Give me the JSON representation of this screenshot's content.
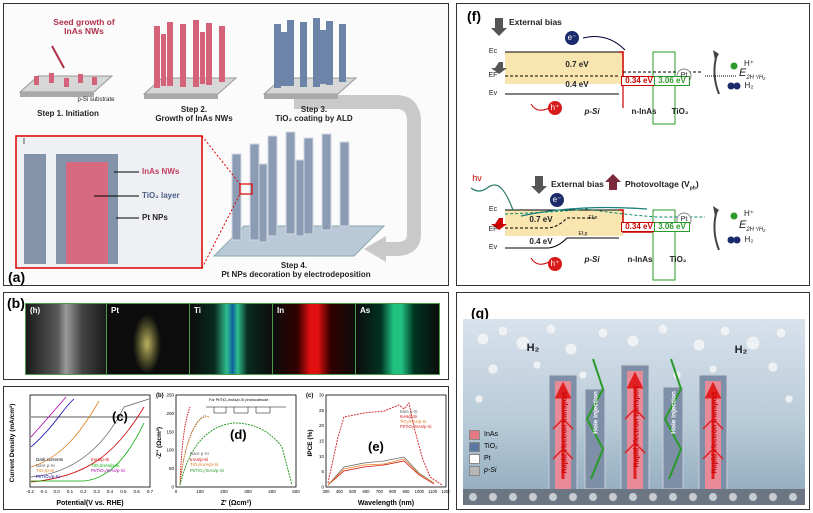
{
  "panel_a": {
    "label": "(a)",
    "seed_note": "Seed growth of InAs NWs",
    "substrate": "p-Si substrate",
    "step1": "Step 1. Initiation",
    "step2": "Step 2.",
    "step2b": "Growth of InAs NWs",
    "step3": "Step 3.",
    "step3b": "TiO₂ coating by ALD",
    "step4": "Step 4.",
    "step4b": "Pt NPs decoration by electrodeposition",
    "legend_inas": "InAs NWs",
    "legend_tio2": "TiO₂ layer",
    "legend_pt": "Pt NPs",
    "inset_label": "I"
  },
  "panel_b": {
    "label": "(b)",
    "tiles": [
      "(h)",
      "Pt",
      "Ti",
      "In",
      "As"
    ]
  },
  "panel_c": {
    "label": "(c)",
    "ylabel": "Current Density (mA/cm²)",
    "xlabel": "Potential(V vs. RHE)",
    "xticks": [
      "-0.2",
      "-0.1",
      "0.0",
      "0.1",
      "0.2",
      "0.3",
      "0.4",
      "0.5",
      "0.6",
      "0.7"
    ],
    "legend": [
      "Dark currents",
      "Bare p-Si",
      "TiO₂/p-Si",
      "Pt/TiO₂/p-Si",
      "InAs/p-Si",
      "TiO₂/InAs/p-Si",
      "Pt/TiO₂/InAs/p-Si"
    ]
  },
  "panel_d": {
    "tag": "(b)",
    "label": "(d)",
    "ylabel": "-Z'' (Ωcm²)",
    "xlabel": "Z' (Ωcm²)",
    "circuit_note": "For Pt/TiO₂/InAs/p-Si photocathode",
    "xticks": [
      "0",
      "100",
      "200",
      "300",
      "400",
      "500"
    ],
    "yticks": [
      "0",
      "50",
      "100",
      "150",
      "200",
      "250"
    ],
    "legend": [
      "Bare p-Si",
      "InAs/p-Si",
      "TiO₂/InAs/p-Si",
      "Pt/TiO₂/InAs/p-Si"
    ]
  },
  "panel_e": {
    "tag": "(c)",
    "label": "(e)",
    "ylabel": "IPCE (%)",
    "xlabel": "Wavelength (nm)",
    "xticks": [
      "300",
      "400",
      "500",
      "600",
      "700",
      "800",
      "900",
      "1000",
      "1100",
      "1200"
    ],
    "yticks": [
      "0",
      "5",
      "10",
      "15",
      "20",
      "25",
      "30"
    ],
    "legend": [
      "Bare p-Si",
      "InAs/p-Si",
      "TiO₂/InAs/p-Si",
      "Pt/TiO₂/InAs/p-Si"
    ]
  },
  "panel_f": {
    "label": "(f)",
    "top": {
      "bias": "External bias",
      "ec": "Ec",
      "ef": "EF",
      "ev": "Ev",
      "e07": "0.7 eV",
      "e04": "0.4 eV",
      "e034": "0.34 eV",
      "e306": "3.06 eV",
      "psi": "p-Si",
      "ninas": "n-InAs",
      "tio2": "TiO₂",
      "pt": "Pt",
      "electron": "e⁻",
      "hole": "h⁺",
      "hplus": "H⁺",
      "e2h": "E",
      "e2h_sub": "2H⁺/H₂",
      "h2": "H₂"
    },
    "bottom": {
      "hv": "hν",
      "bias": "External bias",
      "photovoltage": "Photovoltage (V",
      "photovoltage_sub": "ph",
      "ec": "Ec",
      "ef": "EF",
      "ev": "Ev",
      "e07": "0.7 eV",
      "e04": "0.4 eV",
      "e034": "0.34 eV",
      "e306": "3.06 eV",
      "psi": "p-Si",
      "ninas": "n-InAs",
      "tio2": "TiO₂",
      "pt": "Pt",
      "electron": "e⁻",
      "hole": "h⁺",
      "efn": "Ef,n",
      "efp": "Ef,p",
      "hplus": "H⁺",
      "e2h": "E",
      "e2h_sub": "2H⁺/H₂",
      "h2": "H₂"
    }
  },
  "panel_g": {
    "label": "(g)",
    "h2_left": "H₂",
    "h2_right": "H₂",
    "transport1": "Rapid electron transport",
    "transport2": "Rapid electron transport",
    "transport3": "Rapid electron transport",
    "injection1": "Hole injection",
    "injection2": "Hole injection",
    "legend": [
      {
        "name": "InAs",
        "color": "#e27b86"
      },
      {
        "name": "TiO₂",
        "color": "#5b78a4"
      },
      {
        "name": "Pt",
        "color": "#ffffff"
      },
      {
        "name": "p-Si",
        "color": "#b7b7b7"
      }
    ]
  }
}
